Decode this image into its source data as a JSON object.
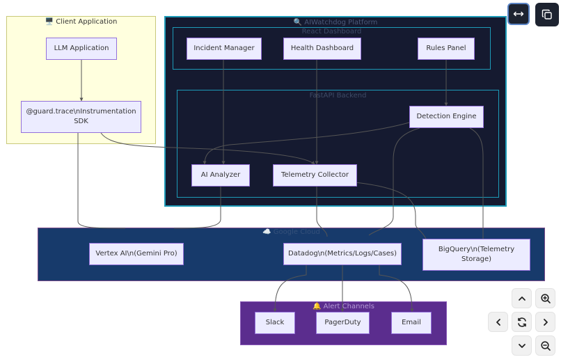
{
  "clusters": {
    "client": {
      "title": "🖥️ Client Application"
    },
    "platform": {
      "title": "🔍 AIWatchdog Platform"
    },
    "dashboard": {
      "title": "React Dashboard"
    },
    "backend": {
      "title": "FastAPI Backend"
    },
    "gcp": {
      "title": "☁️ Google Cloud"
    },
    "alerts": {
      "title": "🔔 Alert Channels"
    }
  },
  "nodes": {
    "llm_app": "LLM Application",
    "sdk": "@guard.trace\\nInstrumentation SDK",
    "incident_manager": "Incident Manager",
    "health_dashboard": "Health Dashboard",
    "rules_panel": "Rules Panel",
    "detection_engine": "Detection Engine",
    "ai_analyzer": "AI Analyzer",
    "telemetry_collector": "Telemetry Collector",
    "vertex": "Vertex AI\\n(Gemini Pro)",
    "datadog": "Datadog\\n(Metrics/Logs/Cases)",
    "bigquery": "BigQuery\\n(Telemetry Storage)",
    "slack": "Slack",
    "pagerduty": "PagerDuty",
    "email": "Email"
  },
  "colors": {
    "client_bg": "#ffffde",
    "platform_bg": "#151a30",
    "accent_cyan": "#1d9bb8",
    "gcp_bg": "#173a6b",
    "alerts_bg": "#5b2d8e",
    "node_bg": "#ececff",
    "node_border": "#9370db"
  },
  "controls": {
    "fit": "expand-horizontal-icon",
    "copy": "copy-icon",
    "zoom_in": "zoom-in-icon",
    "zoom_out": "zoom-out-icon",
    "up": "chevron-up-icon",
    "down": "chevron-down-icon",
    "left": "chevron-left-icon",
    "right": "chevron-right-icon",
    "reset": "refresh-icon"
  }
}
